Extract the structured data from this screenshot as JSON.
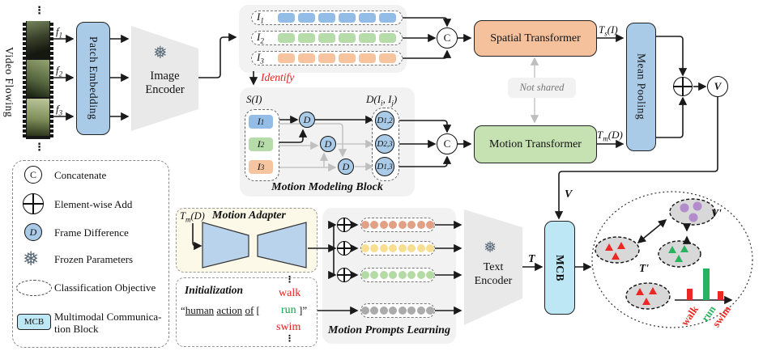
{
  "video": {
    "flow_label": "Video Flowing",
    "dots_top": "⋮",
    "dots_bottom": "⋮",
    "frames": [
      {
        "sym": "f",
        "sub": "1"
      },
      {
        "sym": "f",
        "sub": "2"
      },
      {
        "sym": "f",
        "sub": "3"
      }
    ]
  },
  "patch_embedding": {
    "label": "Patch Embedding",
    "fill": "#a9cbe8"
  },
  "image_encoder": {
    "line1": "Image",
    "line2": "Encoder",
    "frozen_icon": "❅"
  },
  "frame_tokens": {
    "rows": [
      {
        "sym": "I",
        "sub": "1",
        "color": "#93bce6",
        "count": 6
      },
      {
        "sym": "I",
        "sub": "2",
        "color": "#b6dcaa",
        "count": 6
      },
      {
        "sym": "I",
        "sub": "3",
        "color": "#f6c49e",
        "count": 6
      }
    ]
  },
  "identify_label": "Identify",
  "mmb": {
    "title": "Motion Modeling Block",
    "input_label": "S(I)",
    "output_label_pre": "D(I",
    "output_label_sub1": "i",
    "output_label_mid": ", I",
    "output_label_sub2": "j",
    "output_label_post": ")",
    "tokens": [
      {
        "sym": "I",
        "sub": "1",
        "color": "#93bce6"
      },
      {
        "sym": "I",
        "sub": "2",
        "color": "#b6dcaa"
      },
      {
        "sym": "I",
        "sub": "3",
        "color": "#f6c49e"
      }
    ],
    "diff_nodes": [
      "D",
      "D",
      "D"
    ],
    "outputs": [
      {
        "sym": "D",
        "sub": "1,2"
      },
      {
        "sym": "D",
        "sub": "2,3"
      },
      {
        "sym": "D",
        "sub": "1,3"
      }
    ]
  },
  "concat_top": "C",
  "concat_mid": "C",
  "spatial_transformer": {
    "label": "Spatial Transformer",
    "fill": "#f4c19c"
  },
  "motion_transformer": {
    "label": "Motion Transformer",
    "fill": "#c7e2b2"
  },
  "not_shared": "Not shared",
  "ts_label": {
    "sym": "T",
    "sub": "s",
    "arg": "(I)"
  },
  "tm_label": {
    "sym": "T",
    "sub": "m",
    "arg": "(D)"
  },
  "mean_pooling": {
    "label": "Mean Pooling",
    "fill": "#a9cbe8"
  },
  "v_node": "V",
  "v_edge": "V",
  "t_edge": "T",
  "legend": {
    "concat": {
      "symbol": "C",
      "label": "Concatenate"
    },
    "add": {
      "label": "Element-wise Add"
    },
    "diff": {
      "symbol": "D",
      "label": "Frame Difference"
    },
    "frozen": {
      "symbol": "❅",
      "label": "Frozen Parameters"
    },
    "objective": {
      "label": "Classification Objective"
    },
    "mcb": {
      "symbol": "MCB",
      "label_line1": "Multimodal Communica-",
      "label_line2": "tion Block"
    }
  },
  "adapter": {
    "title": "Motion Adapter",
    "input": {
      "sym": "T",
      "sub": "m",
      "arg": "(D)"
    }
  },
  "prompts": {
    "title": "Motion Prompts Learning",
    "rows": [
      {
        "color": "#e2a084",
        "count": 8
      },
      {
        "color": "#f8de90",
        "count": 8
      },
      {
        "color": "#b5dba5",
        "count": 8
      },
      {
        "color": "#ababab",
        "count": 8
      }
    ]
  },
  "init": {
    "title": "Initialization",
    "quote": "“",
    "words": [
      "human",
      "action",
      "of"
    ],
    "bracket_open": "[",
    "bracket_close": "]”",
    "dots_top": "⋮",
    "dots_bottom": "⋮",
    "classes": [
      {
        "text": "walk",
        "color": "#e8211d"
      },
      {
        "text": "run",
        "color": "#1a9e4e"
      },
      {
        "text": "swim",
        "color": "#e8211d"
      }
    ]
  },
  "text_encoder": {
    "line1": "Text",
    "line2": "Encoder",
    "frozen_icon": "❅"
  },
  "mcb": {
    "label": "MCB",
    "fill": "#bde7f4"
  },
  "objective": {
    "v_prime": "V'",
    "t_prime": "T'",
    "bars": [
      {
        "label": "walk",
        "color": "#ee2624",
        "height": 14
      },
      {
        "label": "run",
        "color": "#27b360",
        "height": 39
      },
      {
        "label": "swim",
        "color": "#ee2624",
        "height": 11
      }
    ]
  }
}
